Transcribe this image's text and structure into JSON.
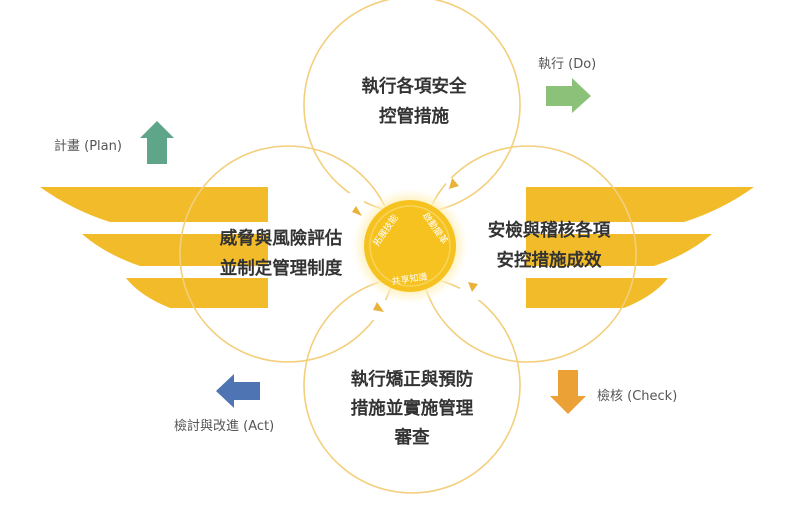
{
  "nodes": {
    "top": {
      "lines": [
        "執行各項安全",
        "控管措施"
      ]
    },
    "left": {
      "lines": [
        "威脅與風險評估",
        "並制定管理制度"
      ]
    },
    "right": {
      "lines": [
        "安檢與稽核各項",
        "安控措施成效"
      ]
    },
    "bottom": {
      "lines": [
        "執行矯正與預防",
        "措施並實施管理",
        "審查"
      ]
    }
  },
  "phases": {
    "plan": {
      "label": "計畫 (Plan)",
      "color": "#5fa58a"
    },
    "do": {
      "label": "執行 (Do)",
      "color": "#8cc17a"
    },
    "check": {
      "label": "檢核 (Check)",
      "color": "#eba135"
    },
    "act": {
      "label": "檢討與改進  (Act)",
      "color": "#4f74b3"
    }
  },
  "center": {
    "texts": [
      "拓展技能",
      "啟動變革",
      "共享知識"
    ]
  },
  "colors": {
    "wing": "#f2bb2a",
    "circle_outline": "#f3cf7c",
    "center_fill": "#f6c21f"
  }
}
